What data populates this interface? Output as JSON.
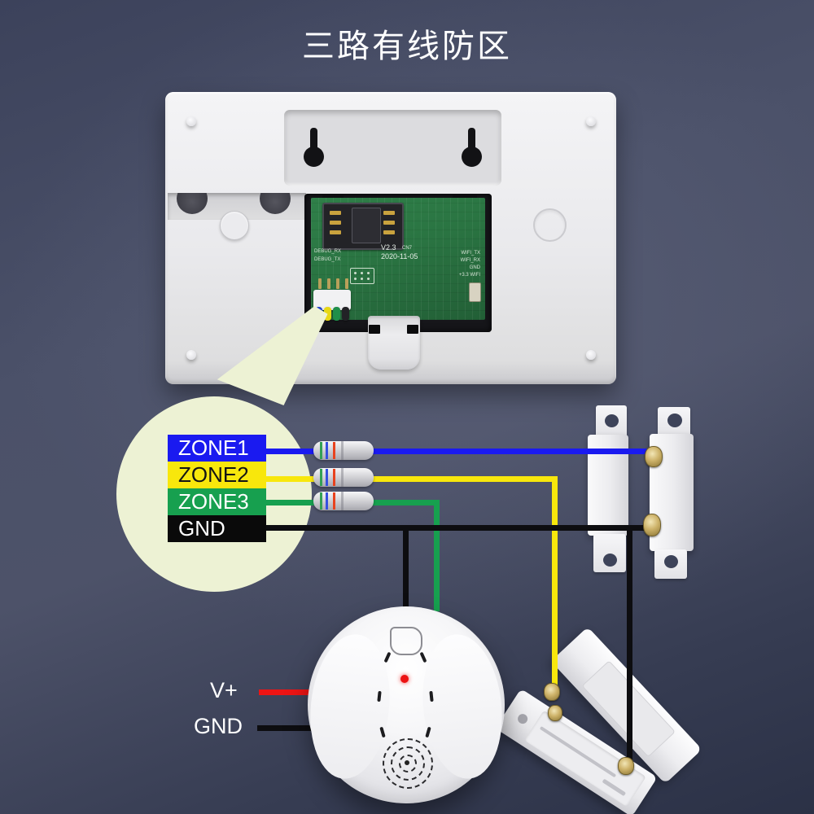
{
  "title": "三路有线防区",
  "panel": {
    "pcb": {
      "version": "V2.3",
      "date": "2020-11-05",
      "connector_label": "CN7",
      "left_labels": [
        "DEBUG_RX",
        "DEBUG_TX"
      ],
      "right_labels": [
        "WIFI_TX",
        "WIFI_RX",
        "GND",
        "+3.3 WIFI"
      ]
    }
  },
  "magnifier": {
    "zones": [
      {
        "label": "ZONE1",
        "bg": "#1a1af0",
        "fg": "#ffffff",
        "wire": "#1a1af0"
      },
      {
        "label": "ZONE2",
        "bg": "#f8e70c",
        "fg": "#141414",
        "wire": "#f8e70c"
      },
      {
        "label": "ZONE3",
        "bg": "#17a04f",
        "fg": "#ffffff",
        "wire": "#17a04f"
      },
      {
        "label": "GND",
        "bg": "#0a0a0a",
        "fg": "#ffffff",
        "wire": "#0d0d10"
      }
    ]
  },
  "resistors": {
    "body_color": "#d8d8dc",
    "band_colors": [
      "#33a155",
      "#3550e0",
      "#e8431f"
    ]
  },
  "smoke_detector": {
    "vplus_label": "V+",
    "gnd_label": "GND",
    "vplus_wire": "#ee1414",
    "gnd_wire": "#0d0d10"
  }
}
